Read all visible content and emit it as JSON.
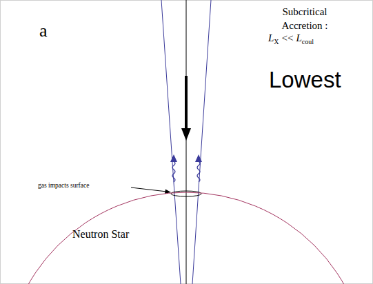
{
  "diagram": {
    "nodes": [
      {
        "text": [
          "Neutron Star"
        ]
      }
    ],
    "labels": [
      "a",
      "Subcritical Accretion :",
      "L",
      "X",
      "<<",
      "L",
      "coul",
      "Lowest",
      "gas impacts surface"
    ]
  }
}
